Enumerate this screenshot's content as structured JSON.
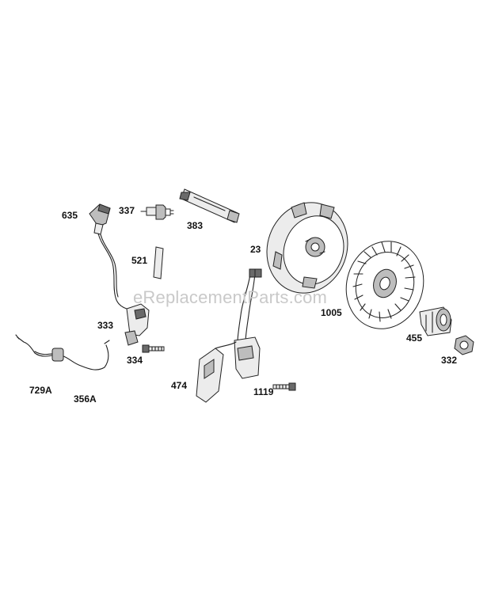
{
  "watermark": "eReplacementParts.com",
  "labels": {
    "p635": "635",
    "p337": "337",
    "p383": "383",
    "p521": "521",
    "p23": "23",
    "p1005": "1005",
    "p333": "333",
    "p334": "334",
    "p455": "455",
    "p332": "332",
    "p729A": "729A",
    "p356A": "356A",
    "p474": "474",
    "p1119": "1119"
  }
}
